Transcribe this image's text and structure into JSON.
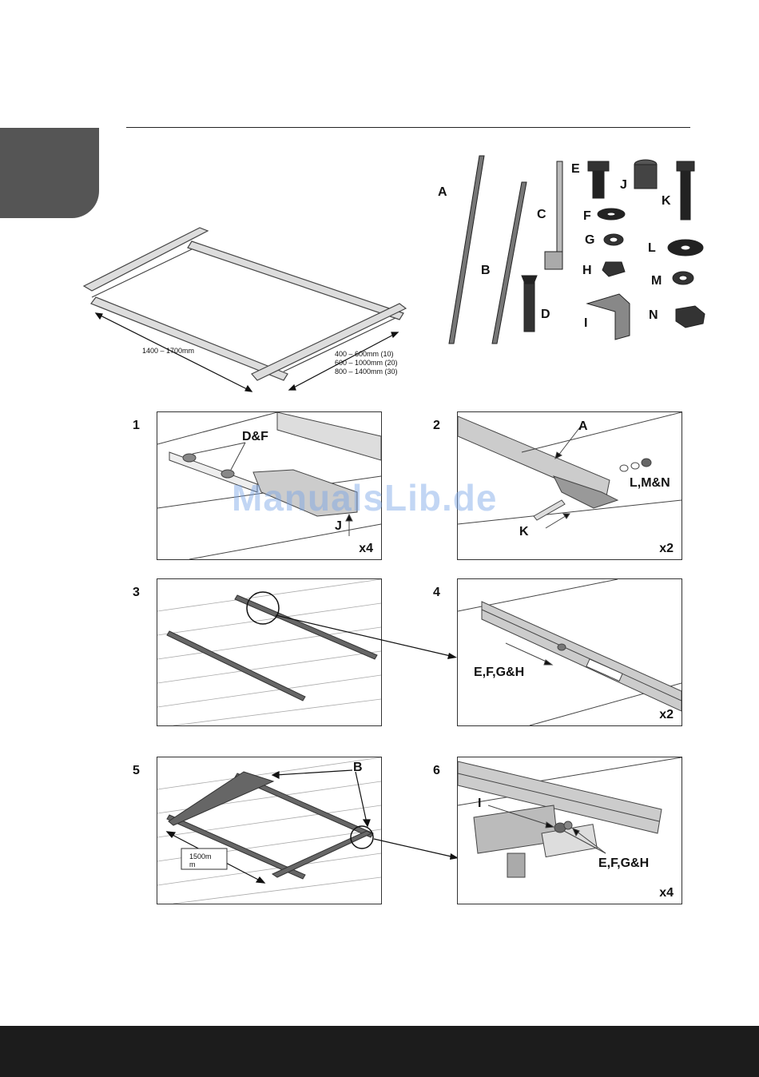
{
  "frame_dims": {
    "width_range": "1400 – 1700mm",
    "spacing_lines": [
      "400 – 600mm (10)",
      "600 – 1000mm (20)",
      "800 – 1400mm (30)"
    ]
  },
  "parts": [
    {
      "letter": "A"
    },
    {
      "letter": "B"
    },
    {
      "letter": "C"
    },
    {
      "letter": "D"
    },
    {
      "letter": "E"
    },
    {
      "letter": "F"
    },
    {
      "letter": "G"
    },
    {
      "letter": "H"
    },
    {
      "letter": "I"
    },
    {
      "letter": "J"
    },
    {
      "letter": "K"
    },
    {
      "letter": "L"
    },
    {
      "letter": "M"
    },
    {
      "letter": "N"
    }
  ],
  "steps": [
    {
      "number": "1",
      "labels": [
        "D&F",
        "J"
      ],
      "multiplier": "x4"
    },
    {
      "number": "2",
      "labels": [
        "A",
        "L,M&N",
        "K"
      ],
      "multiplier": "x2"
    },
    {
      "number": "3",
      "labels": [],
      "multiplier": ""
    },
    {
      "number": "4",
      "labels": [
        "E,F,G&H"
      ],
      "multiplier": "x2"
    },
    {
      "number": "5",
      "labels": [
        "B",
        "1500m",
        "m"
      ],
      "multiplier": ""
    },
    {
      "number": "6",
      "labels": [
        "I",
        "E,F,G&H"
      ],
      "multiplier": "x4"
    }
  ],
  "watermark": "ManualsLib.de"
}
